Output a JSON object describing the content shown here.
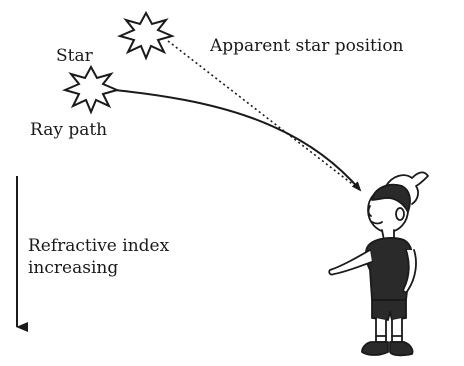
{
  "labels": {
    "apparent_star_position": "Apparent star position",
    "star": "Star",
    "ray_path": "Ray path",
    "refractive_index_line1": "Refractive index",
    "refractive_index_line2": "increasing"
  },
  "colors": {
    "ink": "#1a1a1a",
    "background": "#ffffff"
  },
  "icons": {
    "real_star": "star-icon",
    "apparent_star": "star-icon",
    "observer": "child-observer-figure"
  }
}
